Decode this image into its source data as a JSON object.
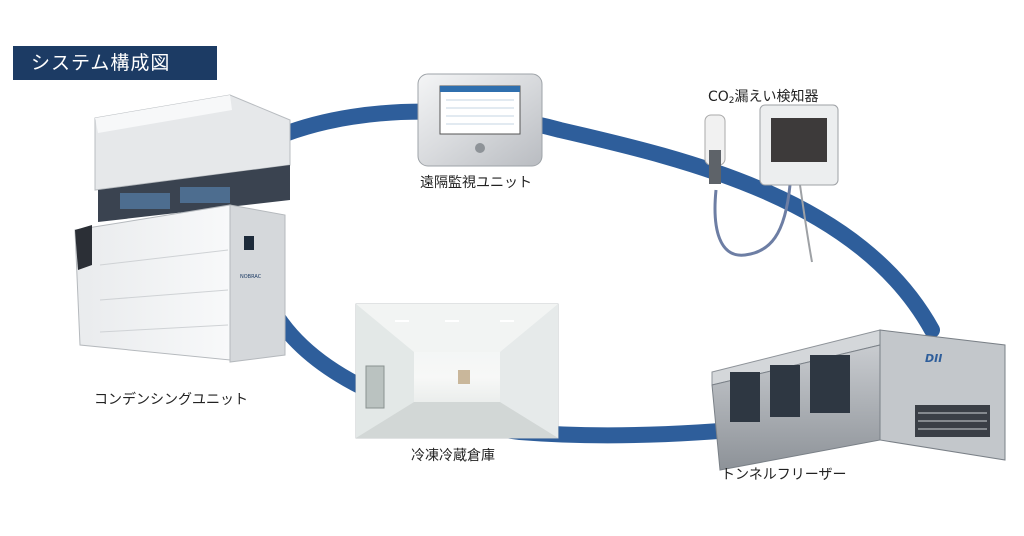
{
  "title": "システム構成図",
  "colors": {
    "ring": "#2e5e9b",
    "title_bg": "#1c3b64"
  },
  "nodes": {
    "condensing_unit": {
      "label": "コンデンシングユニット",
      "badge": "NOBRAC"
    },
    "remote_monitor": {
      "label": "遠隔監視ユニット"
    },
    "co2_detector": {
      "label_prefix": "CO",
      "label_sub": "2",
      "label_suffix": "漏えい検知器"
    },
    "tunnel_freezer": {
      "label": "トンネルフリーザー",
      "logo": "DII"
    },
    "cold_storage": {
      "label": "冷凍冷蔵倉庫"
    }
  }
}
